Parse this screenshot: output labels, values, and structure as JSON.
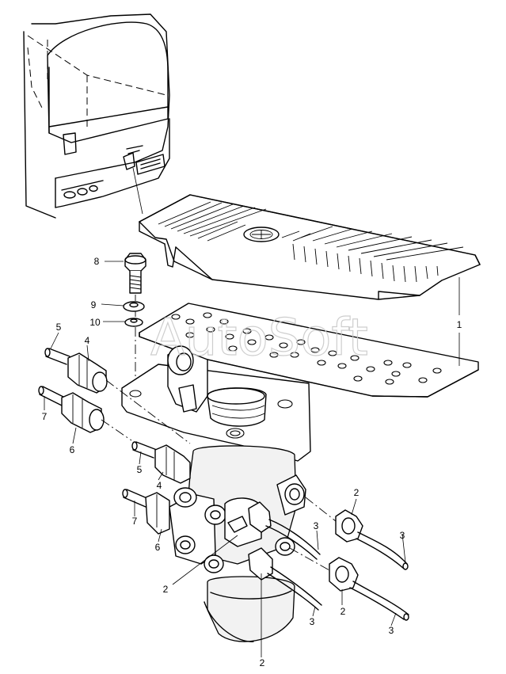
{
  "watermark": "AutoSoft",
  "callouts": [
    {
      "id": "c1",
      "label": "1"
    },
    {
      "id": "c2a",
      "label": "2"
    },
    {
      "id": "c2b",
      "label": "2"
    },
    {
      "id": "c2c",
      "label": "2"
    },
    {
      "id": "c2d",
      "label": "2"
    },
    {
      "id": "c3a",
      "label": "3"
    },
    {
      "id": "c3b",
      "label": "3"
    },
    {
      "id": "c3c",
      "label": "3"
    },
    {
      "id": "c3d",
      "label": "3"
    },
    {
      "id": "c4a",
      "label": "4"
    },
    {
      "id": "c4b",
      "label": "4"
    },
    {
      "id": "c5a",
      "label": "5"
    },
    {
      "id": "c5b",
      "label": "5"
    },
    {
      "id": "c6a",
      "label": "6"
    },
    {
      "id": "c6b",
      "label": "6"
    },
    {
      "id": "c7a",
      "label": "7"
    },
    {
      "id": "c7b",
      "label": "7"
    },
    {
      "id": "c8",
      "label": "8"
    },
    {
      "id": "c9",
      "label": "9"
    },
    {
      "id": "c10",
      "label": "10"
    }
  ]
}
